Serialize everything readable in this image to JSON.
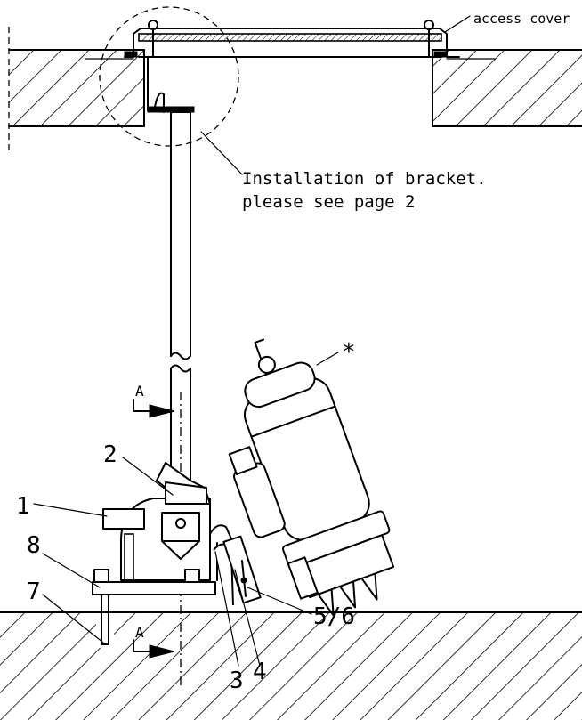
{
  "labels": {
    "access_cover": "access cover",
    "installation_note_line1": "Installation of bracket.",
    "installation_note_line2": "please see page 2",
    "asterisk": "*",
    "section_top": "A",
    "section_bottom": "A"
  },
  "part_numbers": {
    "p1": "1",
    "p2": "2",
    "p3": "3",
    "p4": "4",
    "p56": "5/6",
    "p7": "7",
    "p8": "8"
  },
  "icons": {
    "section_arrow": "filled-arrowhead",
    "hatching": "diagonal-45"
  }
}
